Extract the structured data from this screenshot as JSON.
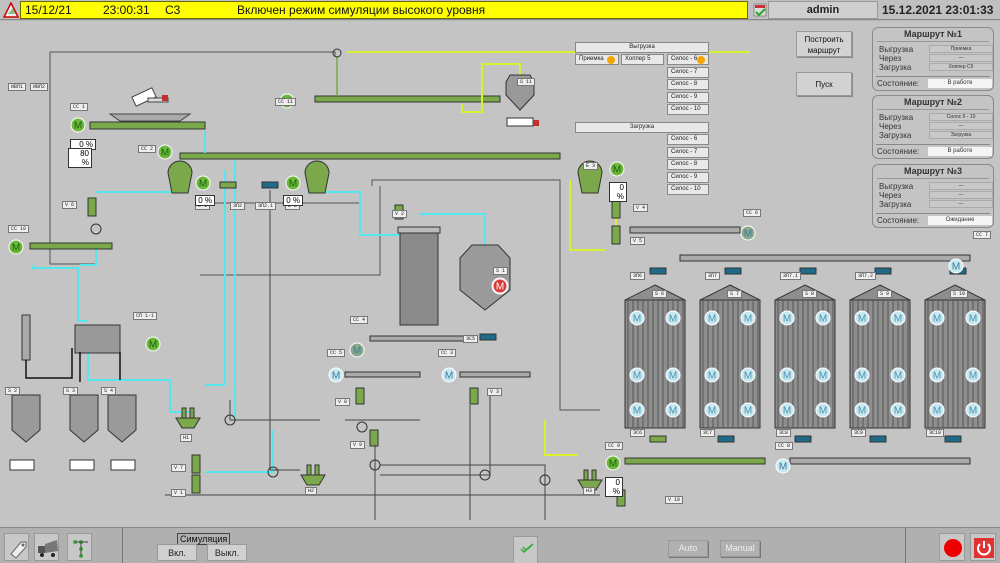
{
  "header": {
    "alarm_date": "15/12/21",
    "alarm_time": "23:00:31",
    "alarm_code": "C3",
    "alarm_text": "Включен режим симуляции высокого уровня",
    "user": "admin",
    "clock": "15.12.2021 23:01:33",
    "alarm_color": "#ffff00"
  },
  "route_builder": {
    "unload_header": "Выгрузка",
    "load_header": "Загрузка",
    "unload_sources": [
      {
        "label": "Приемка",
        "selected": true
      },
      {
        "label": "Хоппер 5",
        "selected": false
      }
    ],
    "unload_silos": [
      {
        "label": "Силос - 6",
        "selected": true
      },
      {
        "label": "Силос - 7",
        "selected": false
      },
      {
        "label": "Силос - 8",
        "selected": false
      },
      {
        "label": "Силос - 9",
        "selected": false
      },
      {
        "label": "Силос - 10",
        "selected": false
      }
    ],
    "load_silos": [
      {
        "label": "Силос - 6"
      },
      {
        "label": "Силос - 7"
      },
      {
        "label": "Силос - 8"
      },
      {
        "label": "Силос - 9"
      },
      {
        "label": "Силос - 10"
      }
    ],
    "build_route_label": "Построить маршрут",
    "start_label": "Пуск"
  },
  "routes": [
    {
      "title": "Маршрут №1",
      "unload_label": "Выгрузка",
      "via_label": "Через",
      "load_label": "Загрузка",
      "unload": "Приемка",
      "via": "—",
      "load": "Хоппер С5",
      "state_label": "Состояние:",
      "state": "В работе"
    },
    {
      "title": "Маршрут №2",
      "unload_label": "Выгрузка",
      "via_label": "Через",
      "load_label": "Загрузка",
      "unload": "Силос 6 - 10",
      "via": "—",
      "load": "Загрузка",
      "state_label": "Состояние:",
      "state": "В работе"
    },
    {
      "title": "Маршрут №3",
      "unload_label": "Выгрузка",
      "via_label": "Через",
      "load_label": "Загрузка",
      "unload": "—",
      "via": "—",
      "load": "—",
      "state_label": "Состояние:",
      "state": "Ожидание"
    }
  ],
  "process": {
    "tags": {
      "ipb1": "ИВП1",
      "ipb2": "ИВП2",
      "cc1": "CC 1",
      "cc2": "CC 2",
      "cc11": "CC 11",
      "cc10": "CC 10",
      "cc4": "CC 4",
      "cc5": "CC 5",
      "cc3": "CC 3",
      "cc6": "CC 6",
      "cc7": "CC 7",
      "cc8": "CC 8",
      "cc9": "CC 9",
      "v6": "V 6",
      "v2": "V 2",
      "v4": "V 4",
      "v5": "V 5",
      "v7": "V 7",
      "v1": "V 1",
      "v8": "V 8",
      "v9": "V 9",
      "v3": "V 3",
      "v10": "V 10",
      "e1": "E 1",
      "e2": "E 2",
      "e3": "E 3",
      "zp2": "ЗП2",
      "zp21": "ЗП2.1",
      "zc5": "ЗС5",
      "h1": "H1",
      "h2": "H2",
      "h3": "H3",
      "sp": "СП 1-1",
      "s2": "S 2",
      "s3": "S 3",
      "s4": "S 4",
      "s1": "S 1",
      "s11": "S 11",
      "s6": "S 6",
      "s7": "S 7",
      "s8": "S 8",
      "s9": "S 9",
      "s10": "S 10",
      "z6": "ЗС6",
      "z7": "ЗС7",
      "z8": "ЗС8",
      "z9": "ЗС9",
      "z10": "ЗС10",
      "zp6": "ЗП6",
      "zp7": "ЗП7",
      "zp71": "ЗП7.1",
      "zp72": "ЗП7.2"
    },
    "cc1_load_pct": "0 %",
    "cc1_level_pct": "80 %",
    "e1_pct": "0 %",
    "e2_pct": "0 %",
    "e3_pct": "0 %",
    "cc9_pct": "0 %",
    "motor_symbol": "M",
    "active_flow_color": "#55e6ee",
    "route1_flow_color": "#d8f030",
    "running_color": "#6cb83a",
    "idle_motor_color": "#c8e8f0",
    "fault_color": "#d83a3a"
  },
  "footer": {
    "tools": [
      "tag-icon",
      "truck-icon",
      "scheme-icon"
    ],
    "simulation_label": "Симуляция",
    "sim_on": "Вкл.",
    "sim_off": "Выкл.",
    "auto": "Auto",
    "manual": "Manual"
  }
}
